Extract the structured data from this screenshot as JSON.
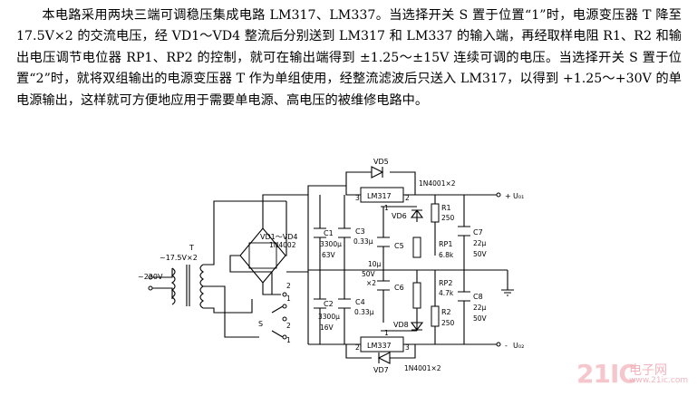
{
  "description_text": "本电路采用两块三端可调稳压集成电路 LM317、LM337。当选择开关 S 置于位置“1”时，电源变压器 T 降至 17.5V×2 的交流电压，经 VD1～VD4 整流后分别送到 LM317 和 LM337 的输入端，再经取样电阻 R1、R2 和输出电压调节电位器 RP1、RP2 的控制，就可在输出端得到 ±1.25～±15V 连续可调的电压。当选择开关 S 置于位置“2”时，就将双组输出的电源变压器 T 作为单组使用，经整流滤波后只送入 LM317，以得到 +1.25～+30V 的单电源输出，这样就可方便地应用于需要单电源、高电压的被维修电路中。",
  "schematic": {
    "mains_label": "~220V",
    "transformer_label": "T",
    "transformer_secondary_label": "~17.5V×2",
    "switch_label": "S",
    "switch_pos_1": "1",
    "switch_pos_2": "2",
    "bridge_label": "VD1～VD4",
    "bridge_part": "1N4002",
    "c1": {
      "ref": "C1",
      "value": "3300μ",
      "voltage": "63V"
    },
    "c2": {
      "ref": "C2",
      "value": "3300μ",
      "voltage": "16V"
    },
    "c3": {
      "ref": "C3",
      "value": "0.33μ"
    },
    "c4": {
      "ref": "C4",
      "value": "0.33μ"
    },
    "c5": {
      "ref": "C5"
    },
    "c6": {
      "ref": "C6"
    },
    "c56_value": "10μ",
    "c56_voltage": "50V",
    "c56_qty": "×2",
    "c7": {
      "ref": "C7",
      "value": "22μ",
      "voltage": "50V"
    },
    "c8": {
      "ref": "C8",
      "value": "22μ",
      "voltage": "50V"
    },
    "u1": {
      "ref": "LM317",
      "pin_in": "3",
      "pin_out": "2",
      "pin_adj": "1"
    },
    "u2": {
      "ref": "LM337",
      "pin_in": "2",
      "pin_out": "3",
      "pin_adj": "1"
    },
    "vd5": "VD5",
    "vd6": "VD6",
    "vd7": "VD7",
    "vd8": "VD8",
    "diode_top_part": "1N4001×2",
    "diode_bot_part": "1N4001×2",
    "r1": {
      "ref": "R1",
      "value": "250"
    },
    "r2": {
      "ref": "R2",
      "value": "250"
    },
    "rp1": {
      "ref": "RP1",
      "value": "6.8k"
    },
    "rp2": {
      "ref": "RP2",
      "value": "4.7k"
    },
    "out_pos": "U₀₁",
    "out_neg": "U₀₂",
    "plus_sign": "+",
    "minus_sign": "-"
  },
  "watermark": {
    "big": "21IC",
    "cn": "电子网",
    "url": "www.21ic.com"
  }
}
